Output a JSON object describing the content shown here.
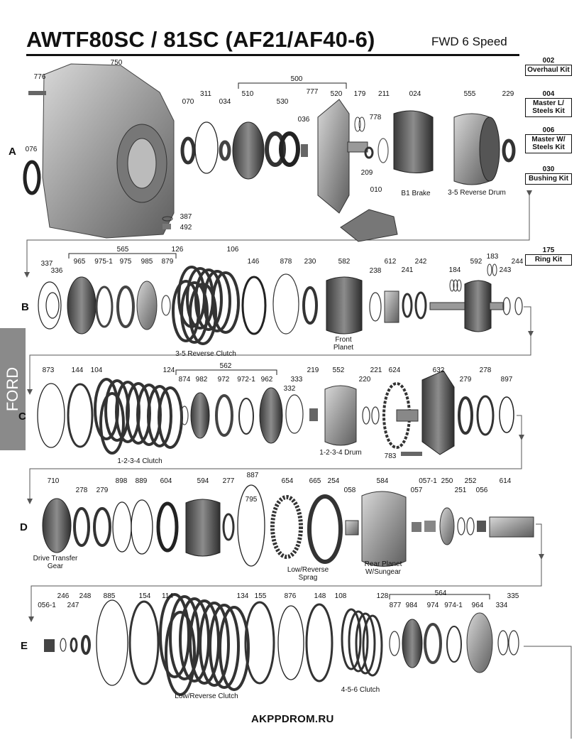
{
  "header": {
    "title": "AWTF80SC / 81SC (AF21/AF40-6)",
    "subtitle": "FWD 6 Speed"
  },
  "side_tab": {
    "label": "FORD"
  },
  "kits": [
    {
      "code": "002",
      "name": "Overhaul Kit"
    },
    {
      "code": "004",
      "name": "Master L/ Steels Kit"
    },
    {
      "code": "006",
      "name": "Master W/ Steels Kit"
    },
    {
      "code": "030",
      "name": "Bushing Kit"
    },
    {
      "code": "175",
      "name": "Ring Kit"
    }
  ],
  "rows": [
    "A",
    "B",
    "C",
    "D",
    "E"
  ],
  "row_a": {
    "labels": [
      "776",
      "750",
      "076",
      "387",
      "492",
      "070",
      "311",
      "034",
      "510",
      "500",
      "530",
      "036",
      "777",
      "520",
      "179",
      "211",
      "778",
      "209",
      "010",
      "024",
      "555",
      "229"
    ],
    "captions": [
      "B1 Brake",
      "3-5 Reverse Drum"
    ]
  },
  "row_b": {
    "labels": [
      "337",
      "336",
      "965",
      "975-1",
      "975",
      "985",
      "879",
      "565",
      "126",
      "106",
      "146",
      "878",
      "230",
      "582",
      "238",
      "612",
      "241",
      "242",
      "184",
      "592",
      "183",
      "243",
      "244"
    ],
    "captions": [
      "3-5 Reverse Clutch",
      "Front Planet"
    ]
  },
  "row_c": {
    "labels": [
      "873",
      "144",
      "104",
      "124",
      "874",
      "982",
      "972",
      "972-1",
      "962",
      "562",
      "333",
      "332",
      "219",
      "552",
      "220",
      "221",
      "624",
      "632",
      "279",
      "278",
      "897",
      "783"
    ],
    "captions": [
      "1-2-3-4 Clutch",
      "1-2-3-4 Drum"
    ]
  },
  "row_d": {
    "labels": [
      "710",
      "278",
      "279",
      "898",
      "889",
      "604",
      "594",
      "277",
      "887",
      "795",
      "654",
      "665",
      "254",
      "058",
      "584",
      "057",
      "057-1",
      "250",
      "251",
      "252",
      "056",
      "614"
    ],
    "captions": [
      "Drive Transfer Gear",
      "Low/Reverse Sprag",
      "Rear Planet W/Sungear"
    ]
  },
  "row_e": {
    "labels": [
      "056-1",
      "246",
      "247",
      "248",
      "885",
      "154",
      "114",
      "134",
      "155",
      "876",
      "148",
      "108",
      "128",
      "564",
      "877",
      "984",
      "974",
      "974-1",
      "964",
      "334",
      "335"
    ],
    "captions": [
      "Low/Reverse Clutch",
      "4-5-6 Clutch"
    ]
  },
  "footer": {
    "site": "AKPPDROM.RU"
  }
}
